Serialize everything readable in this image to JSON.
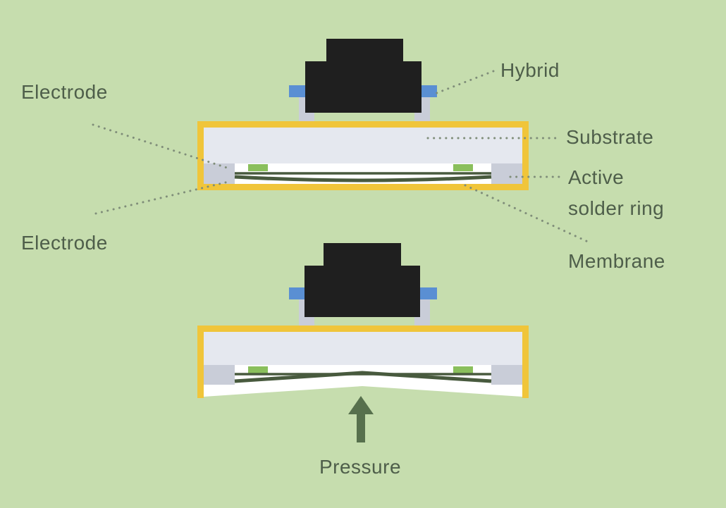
{
  "colors": {
    "background": "#c6ddae",
    "frame_yellow": "#f0c53a",
    "substrate_gray": "#e5e8ef",
    "block_gray": "#c9cdd8",
    "hybrid_black": "#1f1f1f",
    "hybrid_blue": "#5a8fd3",
    "membrane_green": "#485a3e",
    "solder_green": "#8abf5c",
    "cavity_white": "#ffffff",
    "arrow_green": "#57704d",
    "label_text": "#4e5e4a",
    "leader_dots": "#7f8d79"
  },
  "labels": {
    "electrode_top": "Electrode",
    "hybrid": "Hybrid",
    "substrate": "Substrate",
    "active_solder_line1": "Active",
    "active_solder_line2": "solder ring",
    "electrode_bottom": "Electrode",
    "membrane": "Membrane",
    "pressure": "Pressure"
  }
}
